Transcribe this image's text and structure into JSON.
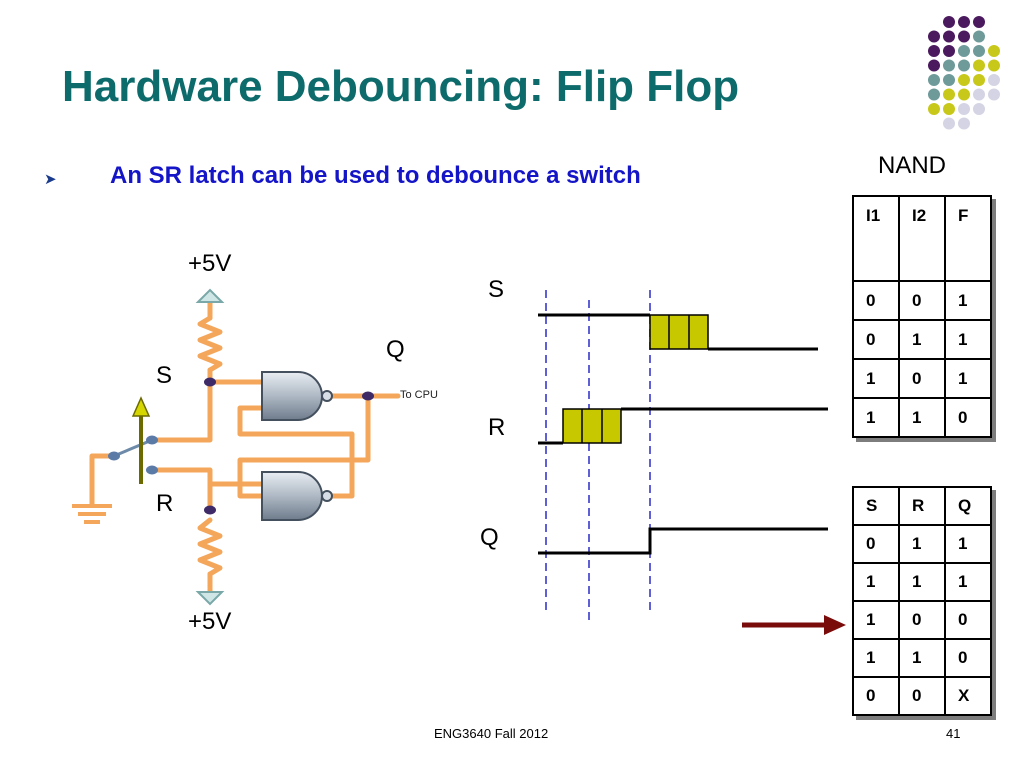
{
  "title": "Hardware Debouncing: Flip Flop",
  "bullet": "An SR latch can be used to debounce a switch",
  "circuit": {
    "vcc_top": "+5V",
    "vcc_bottom": "+5V",
    "s_label": "S",
    "r_label": "R",
    "q_label": "Q",
    "output_label": "To CPU"
  },
  "timing": {
    "s_label": "S",
    "r_label": "R",
    "q_label": "Q"
  },
  "nand_table": {
    "caption": "NAND",
    "headers": [
      "I1",
      "I2",
      "F"
    ],
    "rows": [
      [
        "0",
        "0",
        "1"
      ],
      [
        "0",
        "1",
        "1"
      ],
      [
        "1",
        "0",
        "1"
      ],
      [
        "1",
        "1",
        "0"
      ]
    ]
  },
  "latch_table": {
    "headers": [
      "S",
      "R",
      "Q"
    ],
    "rows": [
      [
        "0",
        "1",
        "1"
      ],
      [
        "1",
        "1",
        "1"
      ],
      [
        "1",
        "0",
        "0"
      ],
      [
        "1",
        "1",
        "0"
      ],
      [
        "0",
        "0",
        "X"
      ]
    ]
  },
  "footer": "ENG3640 Fall 2012",
  "page_number": "41",
  "colors": {
    "title": "#0d6b6b",
    "bullet": "#1515c8",
    "wire": "#f4a65a",
    "gate": "#8e9aa8",
    "bounce_fill": "#c8c800",
    "arrow": "#7a0b0b",
    "dot_purple": "#4b1a5e",
    "dot_teal": "#6f9a9a",
    "dot_yellow": "#c8c81a",
    "dot_lavender": "#d4d4e4"
  }
}
